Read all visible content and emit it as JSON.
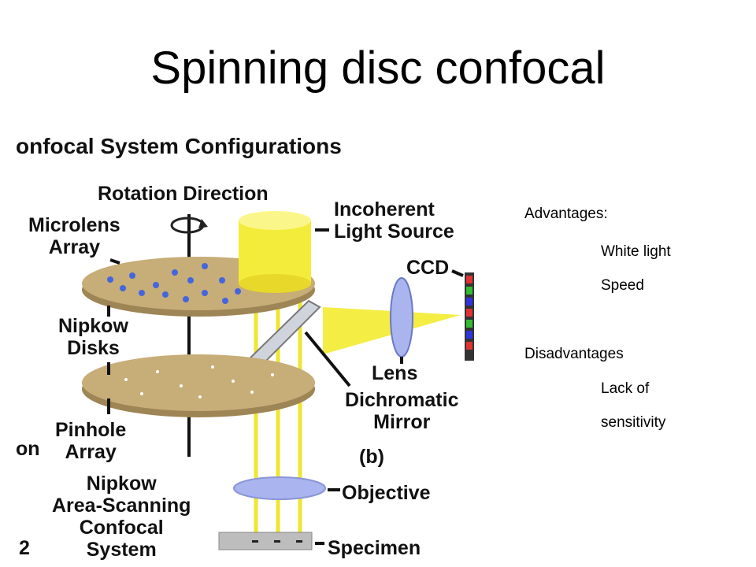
{
  "slide": {
    "title": "Spinning disc confocal"
  },
  "figure": {
    "heading": "onfocal System Configurations",
    "labels": {
      "rotation_direction": "Rotation Direction",
      "microlens_array": "Microlens\nArray",
      "incoherent_light_source": "Incoherent\nLight Source",
      "ccd": "CCD",
      "nipkow_disks": "Nipkow\nDisks",
      "lens": "Lens",
      "dichromatic_mirror": "Dichromatic\nMirror",
      "pinhole_array": "Pinhole\nArray",
      "panel_b": "(b)",
      "objective": "Objective",
      "nipkow_system": "Nipkow\nArea-Scanning\nConfocal\nSystem",
      "specimen": "Specimen",
      "edge_fragment_on": "on",
      "edge_fragment_2": "2"
    }
  },
  "notes": {
    "advantages_heading": "Advantages:",
    "advantage_1": "White light",
    "advantage_2": "Speed",
    "disadvantages_heading": "Disadvantages",
    "disadvantage_1a": "Lack of",
    "disadvantage_1b": "sensitivity"
  },
  "colors": {
    "disc": "#c7ad78",
    "light_beam": "#f3ec3a",
    "microlens": "#4466dd",
    "objective": "#aab4ee"
  }
}
